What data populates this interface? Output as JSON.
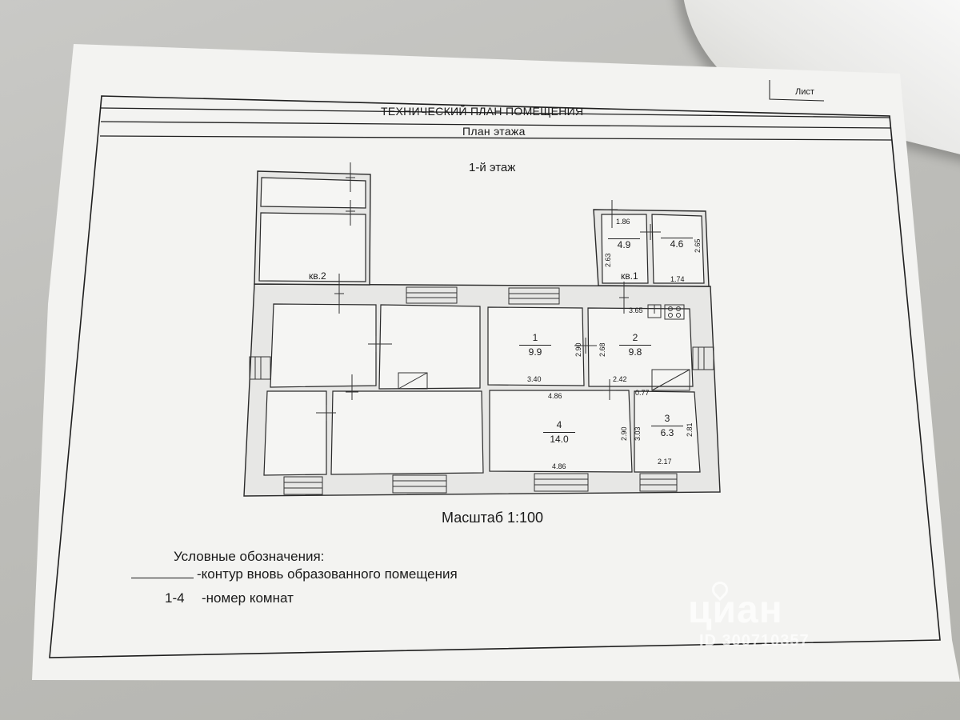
{
  "header": {
    "title": "ТЕХНИЧЕСКИЙ ПЛАН ПОМЕЩЕНИЯ",
    "subtitle": "План этажа",
    "sheet_label": "Лист"
  },
  "plan": {
    "floor_label": "1-й этаж",
    "apartment_2": "кв.2",
    "apartment_1": "кв.1",
    "rooms": [
      {
        "number": "1",
        "area": "9.9"
      },
      {
        "number": "2",
        "area": "9.8"
      },
      {
        "number": "3",
        "area": "6.3"
      },
      {
        "number": "4",
        "area": "14.0"
      },
      {
        "number": "",
        "area": "4.9"
      },
      {
        "number": "",
        "area": "4.6"
      }
    ],
    "dims": {
      "d1_86": "1.86",
      "d2_63": "2.63",
      "d2_65": "2.65",
      "d1_74": "1.74",
      "d3_65": "3.65",
      "d2_90_a": "2.90",
      "d2_68": "2.68",
      "d3_40": "3.40",
      "d2_42": "2.42",
      "d4_86_top": "4.86",
      "d0_77": "0.77",
      "d2_90_b": "2.90",
      "d3_03": "3.03",
      "d2_81": "2.81",
      "d4_86_bot": "4.86",
      "d2_17": "2.17"
    }
  },
  "scale": "Масштаб 1:100",
  "legend": {
    "title": "Условные обозначения:",
    "line_desc": "-контур вновь образованного помещения",
    "num_key": "1-4",
    "num_desc": "-номер комнат"
  },
  "watermark": {
    "logo": "циан",
    "id": "ID 300710357"
  }
}
